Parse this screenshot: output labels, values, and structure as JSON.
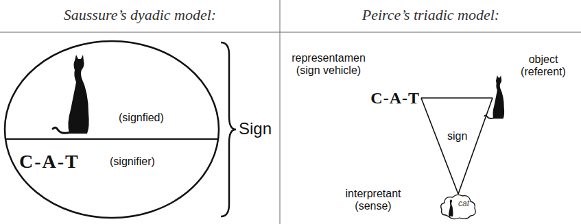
{
  "diagram": {
    "nodes": [
      {
        "text": [
          "Sign"
        ]
      },
      {
        "text": [
          "(signfied)"
        ],
        "in": 0
      },
      {
        "text": [
          "C-A-T",
          "(signifier)"
        ],
        "in": 0
      },
      {
        "text": [
          "representamen (sign vehicle)",
          "C-A-T"
        ]
      },
      {
        "text": [
          "object (referent)"
        ]
      },
      {
        "text": [
          "interpretant (sense)",
          "cat"
        ]
      }
    ],
    "edges": [
      {
        "from": 3,
        "to": 4,
        "arrow": "none"
      },
      {
        "from": 4,
        "to": 5,
        "arrow": "none"
      },
      {
        "from": 5,
        "to": 3,
        "arrow": "none"
      }
    ],
    "labels": [
      "Saussure’s dyadic model:",
      "Peirce’s triadic model:",
      "sign"
    ]
  }
}
